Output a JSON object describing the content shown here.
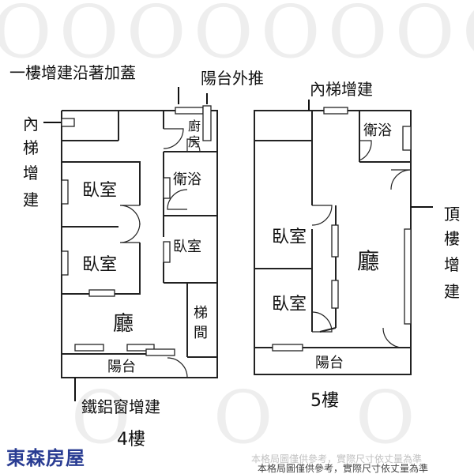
{
  "watermark": "O",
  "annotations": {
    "first_floor_ext": "一樓增建沿著加蓋",
    "balcony_push": "陽台外推",
    "inner_stair_left": [
      "內",
      "梯",
      "增",
      "建"
    ],
    "iron_window": "鐵鋁窗增建",
    "inner_stair_right": "內梯增建",
    "roof_ext": [
      "頂",
      "樓",
      "增",
      "建"
    ]
  },
  "floor4": {
    "caption": "4樓",
    "rooms": {
      "kitchen": [
        "廚",
        "房"
      ],
      "bath": "衛浴",
      "bed1": "臥室",
      "bed2": "臥室",
      "bed3": "臥室",
      "stair": [
        "梯",
        "間"
      ],
      "living": "廳",
      "balcony": "陽台"
    }
  },
  "floor5": {
    "caption": "5樓",
    "rooms": {
      "bath": "衛浴",
      "bed1": "臥室",
      "bed2": "臥室",
      "living": "廳",
      "balcony": "陽台"
    }
  },
  "brand": "東森房屋",
  "disclaimer": "本格局圖僅供參考，實際尺寸依丈量為準"
}
